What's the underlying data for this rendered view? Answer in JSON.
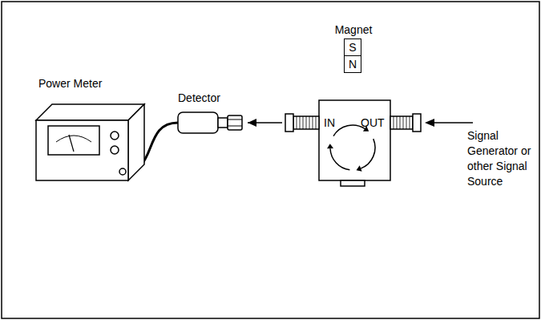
{
  "diagram": {
    "nodes": [
      {
        "text": [
          "Power Meter"
        ]
      },
      {
        "text": [
          "Detector"
        ]
      },
      {
        "text": [
          "Magnet",
          "S",
          "N"
        ]
      },
      {
        "text": [
          "IN",
          "OUT"
        ]
      }
    ],
    "edges": [
      {
        "from": 0,
        "to": 1,
        "arrow": "none"
      },
      {
        "from": 3,
        "to": 1,
        "arrow": "to"
      }
    ],
    "labels": [
      "Signal Generator or other Signal Source"
    ]
  }
}
